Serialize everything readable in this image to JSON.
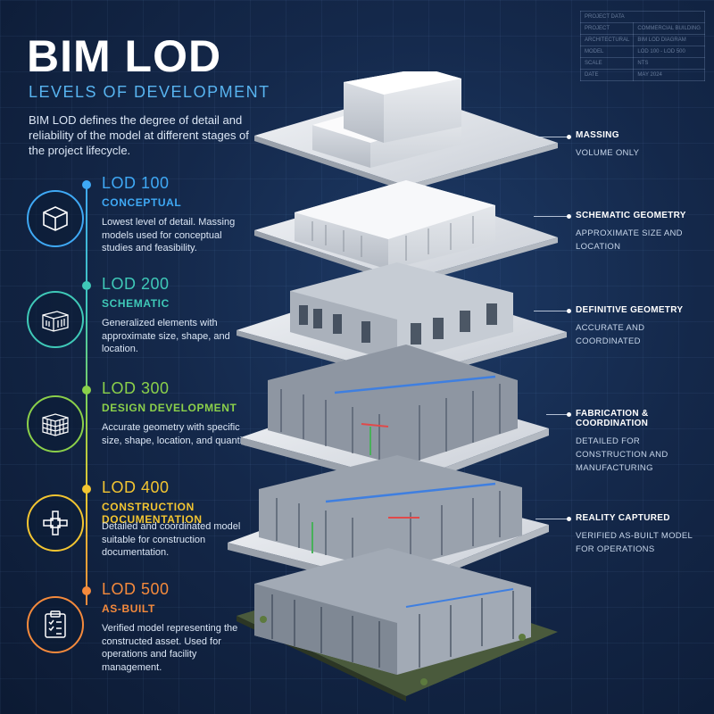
{
  "header": {
    "title": "BIM LOD",
    "subtitle": "LEVELS OF DEVELOPMENT",
    "intro": "BIM LOD defines the degree of detail and reliability of the model at different stages of the project lifecycle."
  },
  "project_data": {
    "heading": "PROJECT DATA",
    "rows": [
      {
        "key": "PROJECT",
        "value": "COMMERCIAL BUILDING"
      },
      {
        "key": "ARCHITECTURAL",
        "value": "BIM LOD DIAGRAM"
      },
      {
        "key": "MODEL",
        "value": "LOD 100 - LOD 500"
      },
      {
        "key": "SCALE",
        "value": "NTS"
      },
      {
        "key": "DATE",
        "value": "MAY 2024"
      }
    ]
  },
  "levels": [
    {
      "lod": "LOD 100",
      "stage": "CONCEPTUAL",
      "desc": "Lowest level of detail. Massing models used for conceptual studies and feasibility.",
      "color": "#3fa9f5",
      "icon": "cube-icon"
    },
    {
      "lod": "LOD 200",
      "stage": "SCHEMATIC",
      "desc": "Generalized elements with approximate size, shape, and location.",
      "color": "#3fc9b8",
      "icon": "building-outline-icon"
    },
    {
      "lod": "LOD 300",
      "stage": "DESIGN DEVELOPMENT",
      "desc": "Accurate geometry with specific size, shape, location, and quantity.",
      "color": "#8bd04a",
      "icon": "wireframe-building-icon"
    },
    {
      "lod": "LOD 400",
      "stage": "CONSTRUCTION DOCUMENTATION",
      "desc": "Detailed and coordinated model suitable for construction documentation.",
      "color": "#f3c531",
      "icon": "structural-joint-icon"
    },
    {
      "lod": "LOD 500",
      "stage": "AS-BUILT",
      "desc": "Verified model representing the constructed asset. Used for operations and facility management.",
      "color": "#f58a3c",
      "icon": "clipboard-checklist-icon"
    }
  ],
  "callouts": [
    {
      "title": "MASSING",
      "desc": "VOLUME ONLY"
    },
    {
      "title": "SCHEMATIC GEOMETRY",
      "desc": "APPROXIMATE SIZE AND LOCATION"
    },
    {
      "title": "DEFINITIVE GEOMETRY",
      "desc": "ACCURATE AND COORDINATED"
    },
    {
      "title": "FABRICATION & COORDINATION",
      "desc": "DETAILED FOR CONSTRUCTION AND MANUFACTURING"
    },
    {
      "title": "REALITY CAPTURED",
      "desc": "VERIFIED AS-BUILT MODEL FOR OPERATIONS"
    }
  ]
}
